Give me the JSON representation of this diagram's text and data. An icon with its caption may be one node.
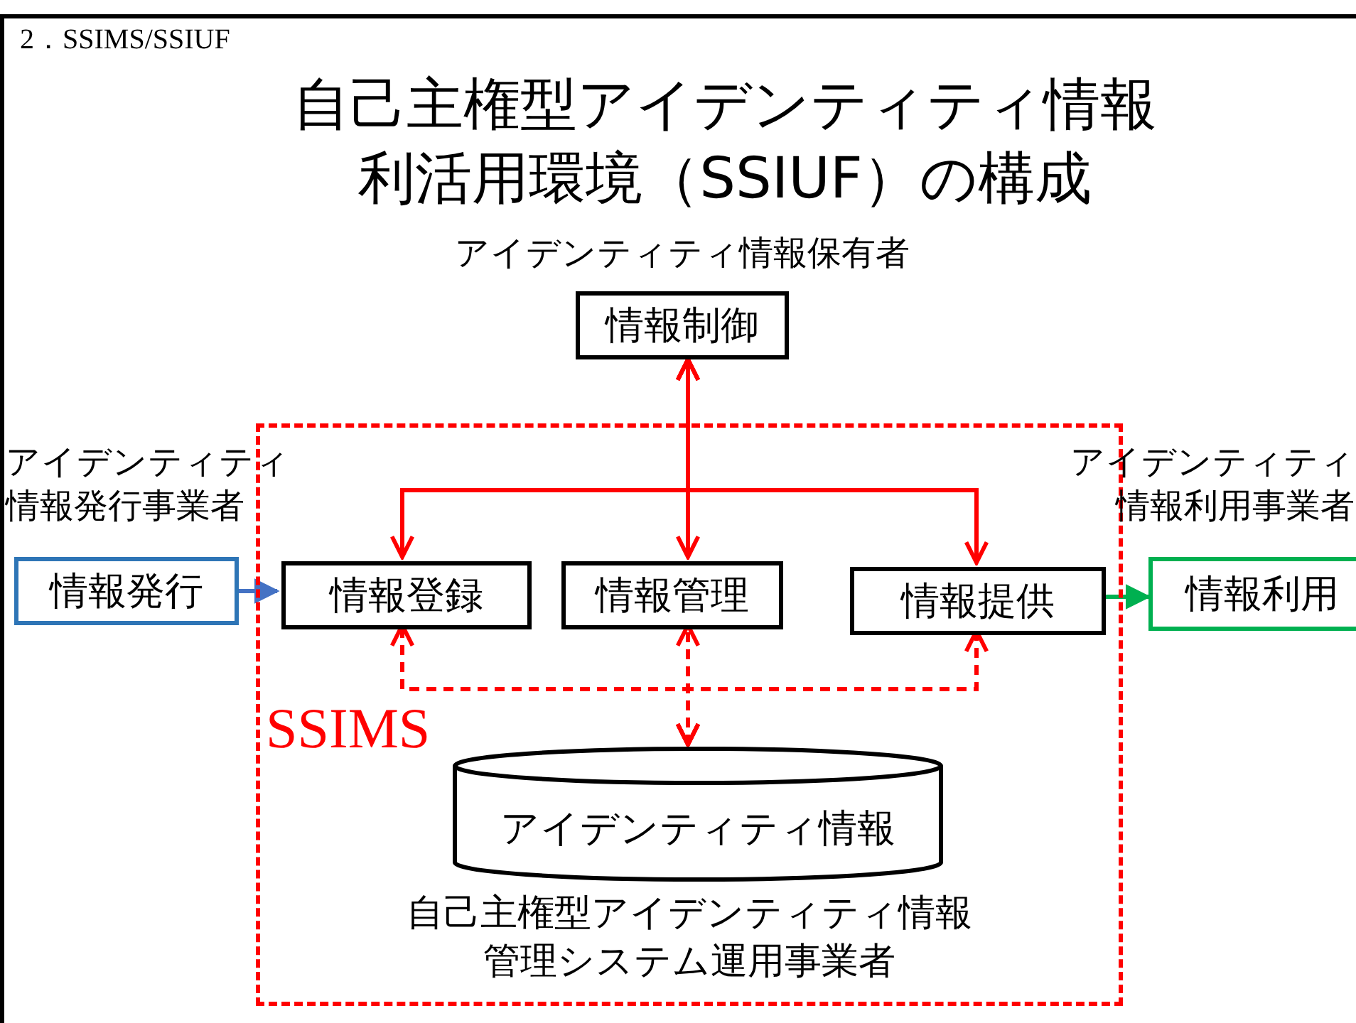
{
  "diagram": {
    "title": "自己主権型アイデンティティ情報利活用環境（SSIUF）の構成",
    "nodes": [
      {
        "text": [
          "SSIMS",
          "自己主権型アイデンティティ情報管理システム運用事業者"
        ]
      },
      {
        "text": [
          "情報制御"
        ],
        "beside": [
          "アイデンティティ情報保有者"
        ]
      },
      {
        "text": [
          "情報発行"
        ],
        "beside": [
          "アイデンティティ情報発行事業者"
        ]
      },
      {
        "text": [
          "情報登録"
        ],
        "in": 0
      },
      {
        "text": [
          "情報管理"
        ],
        "in": 0
      },
      {
        "text": [
          "情報提供"
        ],
        "in": 0
      },
      {
        "text": [
          "アイデンティティ情報"
        ],
        "in": 0
      },
      {
        "text": [
          "情報利用"
        ],
        "beside": [
          "アイデンティティ情報利用事業者"
        ]
      }
    ],
    "edges": [
      {
        "from": 1,
        "to": 3,
        "arrow": "both"
      },
      {
        "from": 1,
        "to": 4,
        "arrow": "both"
      },
      {
        "from": 1,
        "to": 5,
        "arrow": "both"
      },
      {
        "from": 6,
        "to": 3,
        "arrow": "both",
        "style": "dashed"
      },
      {
        "from": 6,
        "to": 4,
        "arrow": "both",
        "style": "dashed"
      },
      {
        "from": 6,
        "to": 5,
        "arrow": "both",
        "style": "dashed"
      },
      {
        "from": 2,
        "to": 3,
        "arrow": "to",
        "color": "#4472c4"
      },
      {
        "from": 5,
        "to": 7,
        "arrow": "to",
        "color": "#00b050"
      }
    ],
    "labels": [
      "2．SSIMS/SSIUF"
    ]
  }
}
